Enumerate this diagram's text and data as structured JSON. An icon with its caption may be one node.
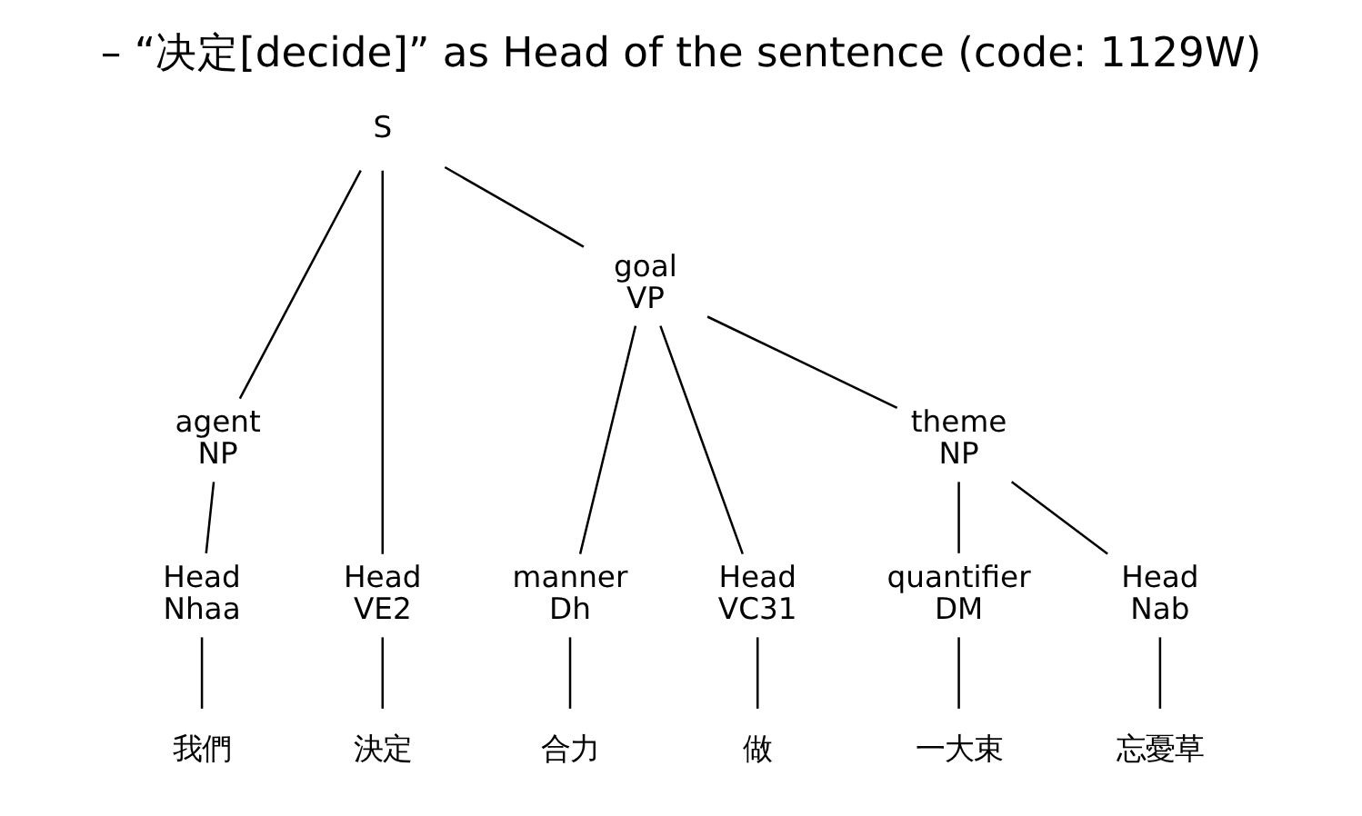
{
  "diagram": {
    "title": "– “决定[decide]” as Head of the sentence (code: 1129W)",
    "nodes": [
      {
        "text": [
          "S"
        ]
      },
      {
        "text": [
          "agent",
          "NP"
        ]
      },
      {
        "text": [
          "Head",
          "Nhaa"
        ]
      },
      {
        "text": [
          "我們"
        ]
      },
      {
        "text": [
          "Head",
          "VE2"
        ]
      },
      {
        "text": [
          "決定"
        ]
      },
      {
        "text": [
          "goal",
          "VP"
        ]
      },
      {
        "text": [
          "manner",
          "Dh"
        ]
      },
      {
        "text": [
          "合力"
        ]
      },
      {
        "text": [
          "Head",
          "VC31"
        ]
      },
      {
        "text": [
          "做"
        ]
      },
      {
        "text": [
          "theme",
          "NP"
        ]
      },
      {
        "text": [
          "quantifier",
          "DM"
        ]
      },
      {
        "text": [
          "一大束"
        ]
      },
      {
        "text": [
          "Head",
          "Nab"
        ]
      },
      {
        "text": [
          "忘憂草"
        ]
      }
    ],
    "edges": [
      {
        "from": 0,
        "to": 1,
        "arrow": "none"
      },
      {
        "from": 0,
        "to": 4,
        "arrow": "none"
      },
      {
        "from": 0,
        "to": 6,
        "arrow": "none"
      },
      {
        "from": 1,
        "to": 2,
        "arrow": "none"
      },
      {
        "from": 2,
        "to": 3,
        "arrow": "none"
      },
      {
        "from": 4,
        "to": 5,
        "arrow": "none"
      },
      {
        "from": 6,
        "to": 7,
        "arrow": "none"
      },
      {
        "from": 6,
        "to": 9,
        "arrow": "none"
      },
      {
        "from": 6,
        "to": 11,
        "arrow": "none"
      },
      {
        "from": 7,
        "to": 8,
        "arrow": "none"
      },
      {
        "from": 9,
        "to": 10,
        "arrow": "none"
      },
      {
        "from": 11,
        "to": 12,
        "arrow": "none"
      },
      {
        "from": 11,
        "to": 14,
        "arrow": "none"
      },
      {
        "from": 12,
        "to": 13,
        "arrow": "none"
      },
      {
        "from": 14,
        "to": 15,
        "arrow": "none"
      }
    ]
  }
}
